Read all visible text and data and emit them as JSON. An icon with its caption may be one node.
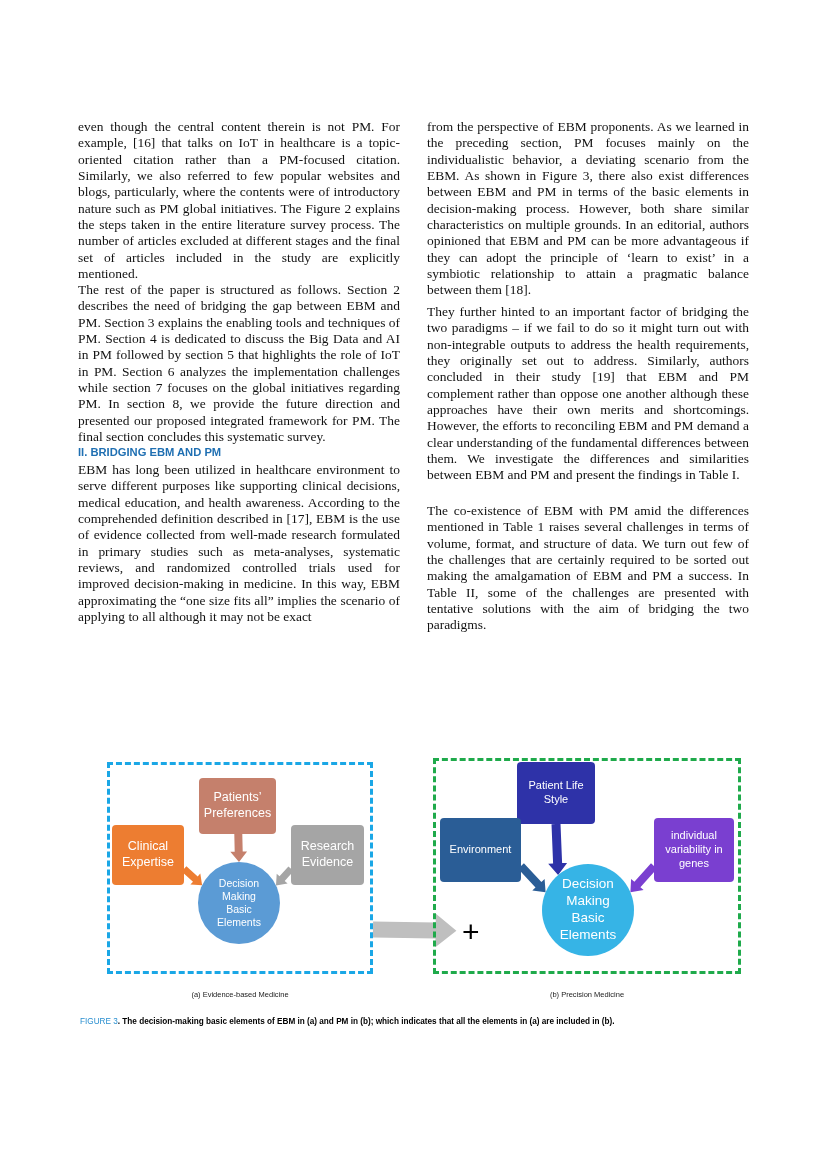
{
  "diagram": {
    "caption": "FIGURE 3**. The decision-making basic elements of EBM in (a) and PM in (b); which indicates that all the elements in (a) are included in (b).**",
    "nodes": [
      {
        "text": [
          "(a) Evidence-based Medicine"
        ]
      },
      {
        "text": [
          "Clinical Expertise"
        ],
        "in": 0
      },
      {
        "text": [
          "Patients’ Preferences"
        ],
        "in": 0
      },
      {
        "text": [
          "Research Evidence"
        ],
        "in": 0
      },
      {
        "text": [
          "Decision Making Basic Elements"
        ],
        "in": 0
      },
      {
        "text": [
          "(b) Precision Medicine"
        ]
      },
      {
        "text": [
          "Patient Life Style"
        ],
        "in": 5
      },
      {
        "text": [
          "Environment"
        ],
        "in": 5
      },
      {
        "text": [
          "individual variability in genes"
        ],
        "in": 5
      },
      {
        "text": [
          "Decision Making Basic Elements"
        ],
        "in": 5
      }
    ],
    "edges": [
      {
        "from": 1,
        "to": 4,
        "arrow": "to",
        "style": "thick",
        "color": "#ed7d31"
      },
      {
        "from": 2,
        "to": 4,
        "arrow": "to",
        "style": "thick",
        "color": "#c5806c"
      },
      {
        "from": 3,
        "to": 4,
        "arrow": "to",
        "style": "thick",
        "color": "#a5a5a5"
      },
      {
        "from": 6,
        "to": 9,
        "arrow": "to",
        "style": "thick",
        "color": "#2e32a8"
      },
      {
        "from": 7,
        "to": 9,
        "arrow": "to",
        "style": "thick",
        "color": "#2a5d96"
      },
      {
        "from": 8,
        "to": 9,
        "arrow": "to",
        "style": "thick",
        "color": "#7a3fd0"
      },
      {
        "from": 0,
        "to": 5,
        "arrow": "to",
        "style": "thick",
        "color": "#bfbfbf"
      }
    ],
    "labels": [
      "even though the central content therein is not PM. For example, [16] that talks on IoT in healthcare is a topic-oriented citation rather than a PM-focused citation. Similarly, we also referred to few popular websites and blogs, particularly, where the contents were of introductory nature such as PM global initiatives. The Figure 2 explains the steps taken in the entire literature survey process. The number of articles excluded at different stages and the final set of articles included in the study are explicitly mentioned.",
      "The rest of the paper is structured as follows. Section 2 describes the need of bridging the gap between EBM and PM. Section 3 explains the enabling tools and techniques of PM. Section 4 is dedicated to discuss the Big Data and AI in PM followed by section 5 that highlights the role of IoT in PM. Section 6 analyzes the implementation challenges while section 7 focuses on the global initiatives regarding PM. In section 8, we provide the future direction and presented our proposed integrated framework for PM. The final section concludes this systematic survey.",
      "II. BRIDGING EBM AND PM",
      "EBM has long been utilized in healthcare environment to serve different purposes like supporting clinical decisions, medical education, and health awareness. According to the comprehended definition described in [17], EBM is the use of evidence collected from well-made research formulated in primary studies such as meta-analyses, systematic reviews, and randomized controlled trials used for improved decision-making in medicine. In this way, EBM approximating the “one size fits all” implies the scenario of applying to all although it may not be exact",
      "from the perspective of EBM proponents. As we learned in the preceding section, PM focuses mainly on the individualistic behavior, a deviating scenario from the EBM. As shown in Figure 3, there also exist differences between EBM and PM in terms of the basic elements in decision-making process. However, both share similar characteristics on multiple grounds. In an editorial, authors opinioned that EBM and PM can be more advantageous if they can adopt the principle of ‘learn to exist’ in a symbiotic relationship to attain a pragmatic balance between them [18].",
      "They further hinted to an important factor of bridging the two paradigms – if we fail to do so it might turn out with non-integrable outputs to address the health requirements, they originally set out to address. Similarly, authors concluded in their study [19] that EBM and PM complement rather than oppose one another although these approaches have their own merits and shortcomings. However, the efforts to reconciling EBM and PM demand a clear understanding of the fundamental differences between them. We investigate the differences and similarities between EBM and PM and present the findings in Table I.",
      "The co-existence of EBM with PM amid the differences mentioned in Table 1 raises several challenges in terms of volume, format, and structure of data. We turn out few of the challenges that are certainly required to be sorted out making the amalgamation of EBM and PM a success. In Table II, some of the challenges are presented with tentative solutions with the aim of bridging the two paradigms.",
      "+"
    ]
  }
}
